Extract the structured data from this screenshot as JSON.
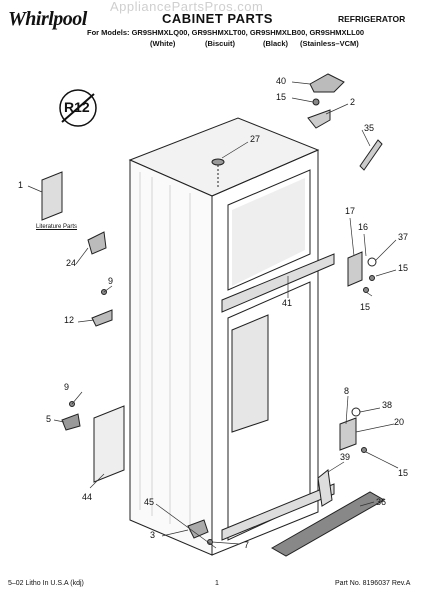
{
  "header": {
    "brand": "Whirlpool",
    "watermark": "AppliancePartsPros.com",
    "title": "CABINET PARTS",
    "category": "REFRIGERATOR",
    "models_label": "For Models:",
    "models": [
      "GR9SHMXLQ00,",
      "GR9SHMXLT00,",
      "GR9SHMXLB00,",
      "GR9SHMXLL00"
    ],
    "colors": [
      "(White)",
      "(Biscuit)",
      "(Black)",
      "(Stainless–VCM)"
    ]
  },
  "diagram": {
    "logo_text": "R12",
    "literature_label": "Literature Parts",
    "callouts": [
      "40",
      "15",
      "2",
      "35",
      "27",
      "1",
      "17",
      "16",
      "37",
      "15",
      "24",
      "9",
      "15",
      "41",
      "12",
      "9",
      "8",
      "5",
      "38",
      "20",
      "39",
      "15",
      "44",
      "45",
      "36",
      "3",
      "7"
    ]
  },
  "footer": {
    "litho": "5–02 Litho In U.S.A (kdj)",
    "page": "1",
    "part_no": "Part No. 8196037 Rev.A"
  }
}
